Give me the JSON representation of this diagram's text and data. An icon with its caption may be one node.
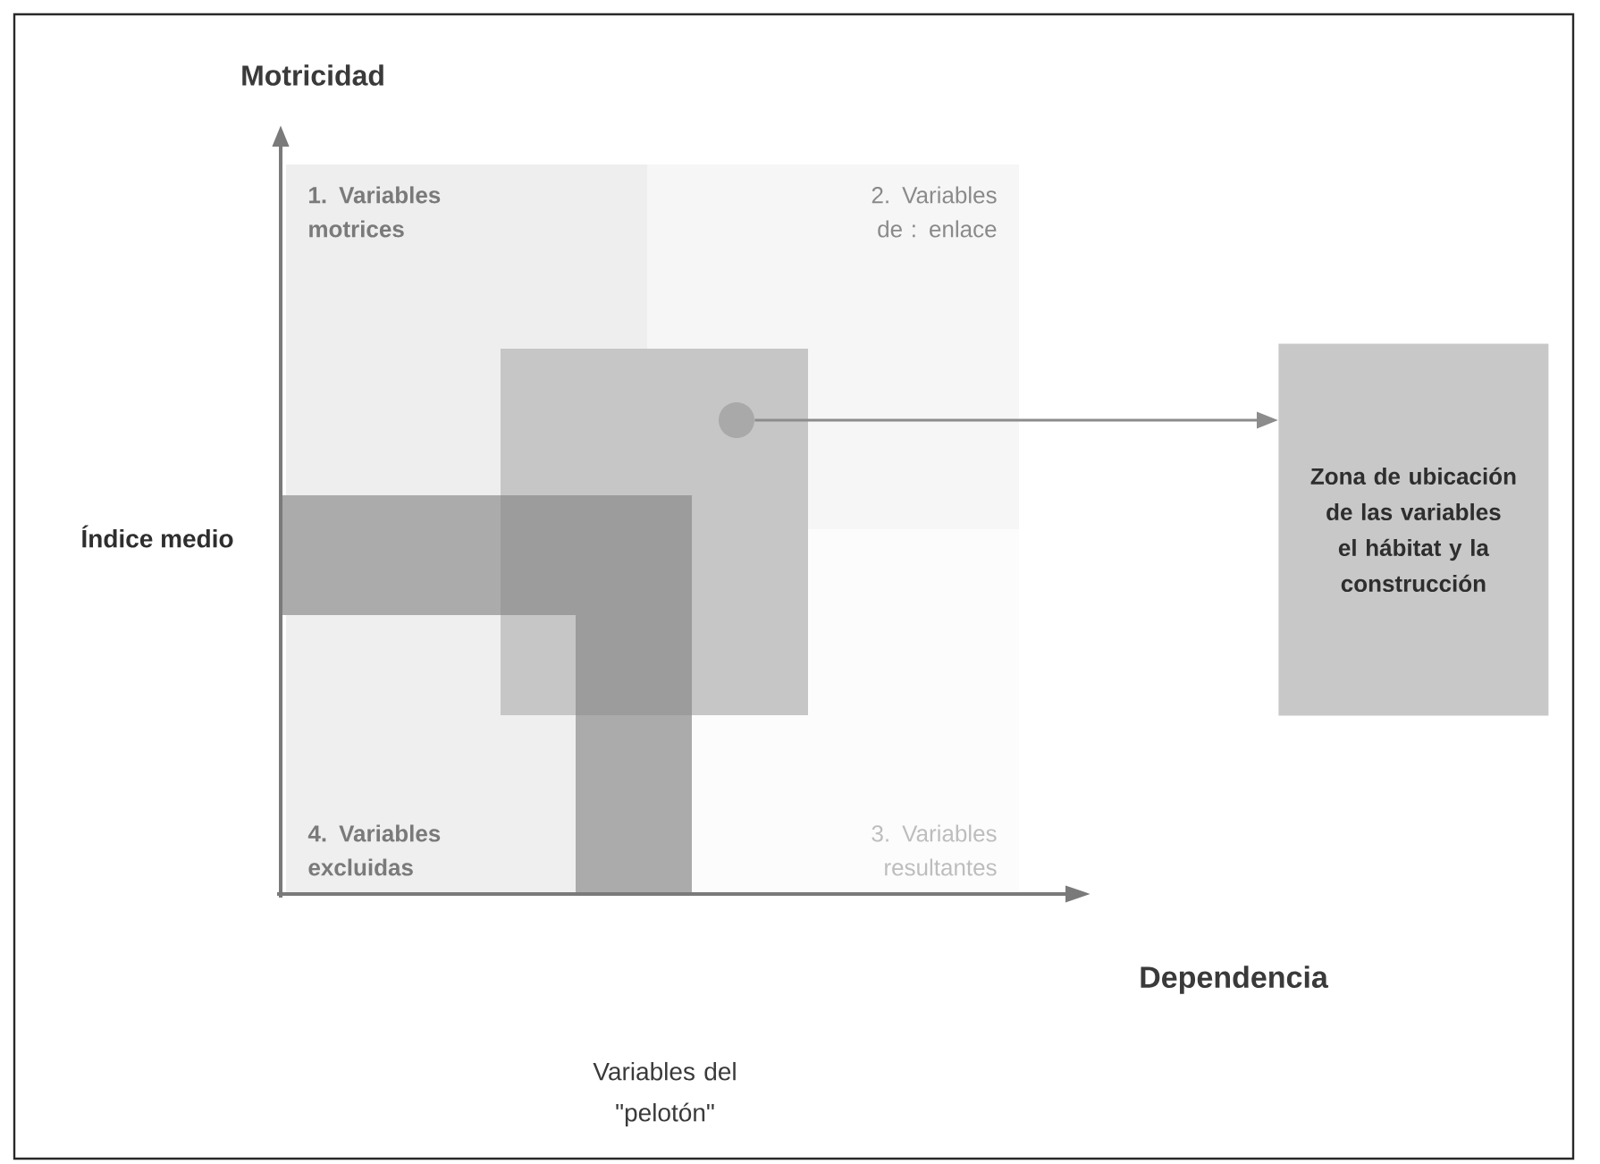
{
  "diagram": {
    "nodes": [
      {
        "text": [
          "1. Variables motrices"
        ]
      },
      {
        "text": [
          "2. Variables de : enlace"
        ]
      },
      {
        "text": [
          "3. Variables resultantes"
        ]
      },
      {
        "text": [
          "4. Variables excluidas"
        ]
      },
      {
        "text": [],
        "shape": "circle"
      },
      {
        "text": [
          "Zona de ubicación de las variables el hábitat y la construcción"
        ]
      }
    ],
    "edges": [
      {
        "from": 4,
        "to": 5,
        "arrow": "to"
      }
    ],
    "labels": [
      "Motricidad",
      "Índice medio",
      "Dependencia",
      "Variables del \"pelotón\""
    ]
  }
}
